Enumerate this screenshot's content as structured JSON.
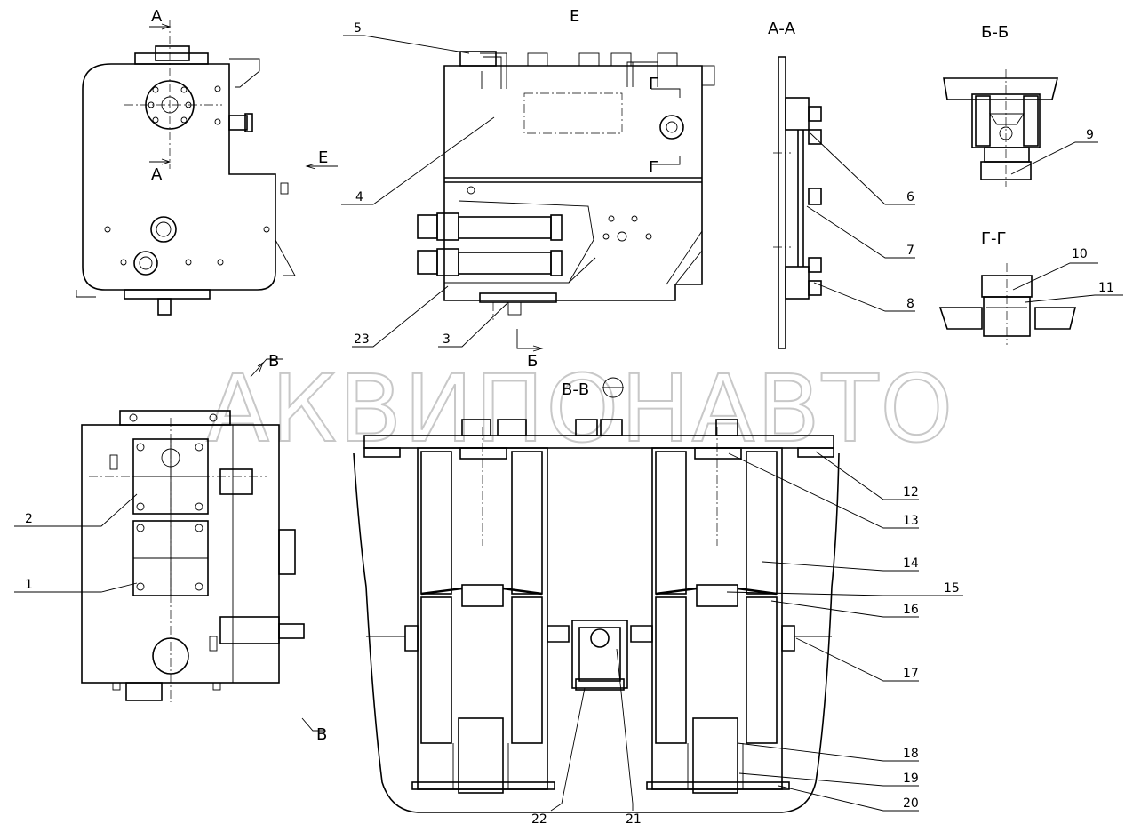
{
  "watermark": "АКВИПОНАВТО",
  "views": {
    "a_marks": [
      "А",
      "А"
    ],
    "e_arrow": "Е",
    "e_title": "Е",
    "aa_title": "А-А",
    "bb_title": "Б-Б",
    "gg_title": "Г-Г",
    "g_marks": [
      "Г",
      "Г"
    ],
    "b_mark": "Б",
    "v_marks": [
      "В",
      "В"
    ],
    "vv_title": "В-В"
  },
  "callouts": [
    "1",
    "2",
    "3",
    "4",
    "5",
    "6",
    "7",
    "8",
    "9",
    "10",
    "11",
    "12",
    "13",
    "14",
    "15",
    "16",
    "17",
    "18",
    "19",
    "20",
    "21",
    "22",
    "23"
  ]
}
